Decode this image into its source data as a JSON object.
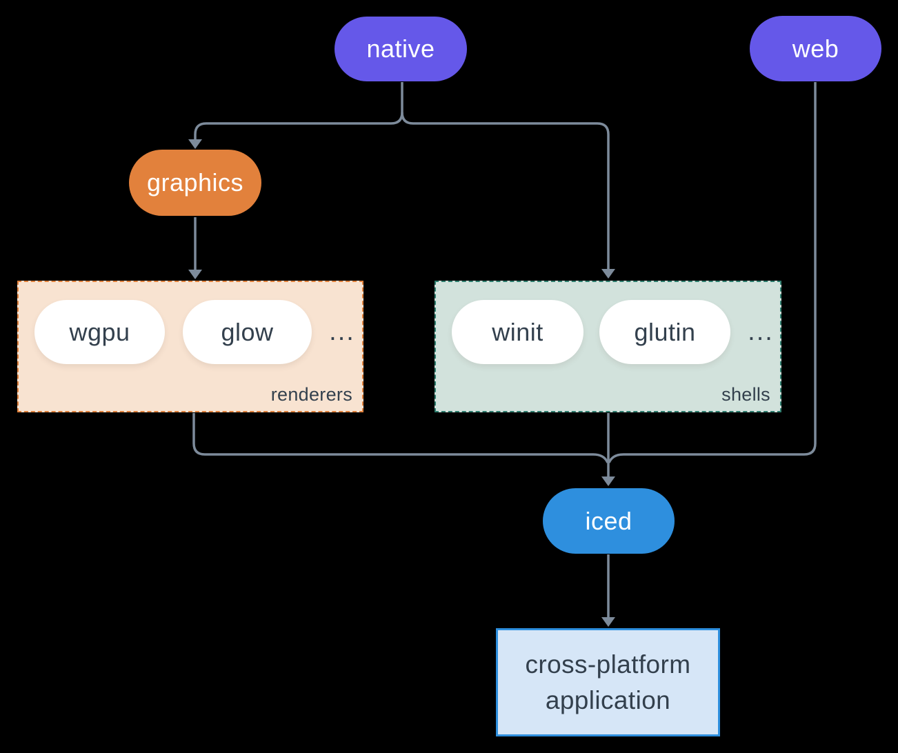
{
  "canvas": {
    "background": "#000000"
  },
  "connectors": {
    "color": "#7D8B9B"
  },
  "nodes": {
    "native": {
      "label": "native",
      "fill": "#6558E9",
      "text_color": "#FFFFFF"
    },
    "web": {
      "label": "web",
      "fill": "#6558E9",
      "text_color": "#FFFFFF"
    },
    "graphics": {
      "label": "graphics",
      "fill": "#E2813C",
      "text_color": "#FFFFFF"
    },
    "iced": {
      "label": "iced",
      "fill": "#2E8FDE",
      "text_color": "#FFFFFF"
    },
    "application": {
      "line1": "cross-platform",
      "line2": "application",
      "fill": "#D6E6F7",
      "border_color": "#2E8FDE",
      "text_color": "#33404D"
    }
  },
  "groups": {
    "renderers": {
      "label": "renderers",
      "fill": "#F8E3D1",
      "border_color": "#E0813C",
      "item_text_color": "#33404D",
      "items": [
        {
          "label": "wgpu"
        },
        {
          "label": "glow"
        }
      ],
      "ellipsis": "..."
    },
    "shells": {
      "label": "shells",
      "fill": "#D2E2DC",
      "border_color": "#2E7D6E",
      "item_text_color": "#33404D",
      "items": [
        {
          "label": "winit"
        },
        {
          "label": "glutin"
        }
      ],
      "ellipsis": "..."
    }
  }
}
